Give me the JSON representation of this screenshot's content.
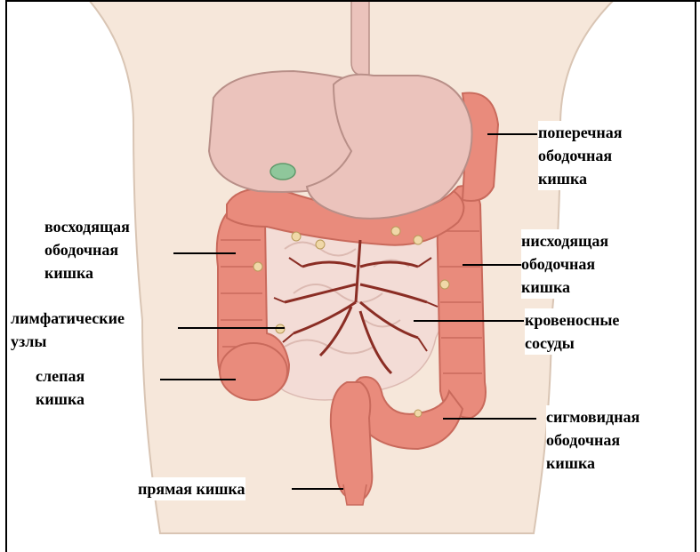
{
  "diagram": {
    "labels": {
      "transverse_colon": [
        "поперечная",
        "ободочная",
        "кишка"
      ],
      "ascending_colon": [
        "восходящая",
        "ободочная",
        "кишка"
      ],
      "descending_colon": [
        "нисходящая",
        "ободочная",
        "кишка"
      ],
      "lymph_nodes": [
        "лимфатические",
        "узлы"
      ],
      "blood_vessels": [
        "кровеносные",
        "сосуды"
      ],
      "cecum": [
        "слепая",
        "кишка"
      ],
      "sigmoid_colon": [
        "сигмовидная",
        "ободочная",
        "кишка"
      ],
      "rectum": [
        "прямая кишка"
      ]
    },
    "colors": {
      "skin": "#f6e7da",
      "skin_outline": "#d9c5b4",
      "liver_stomach": "#ebc3bc",
      "colon": "#e98b7c",
      "colon_dark": "#c96a5c",
      "vessels": "#8a2d24",
      "gallbladder": "#8fc79b",
      "small_intestine": "#f3dcd6"
    }
  }
}
